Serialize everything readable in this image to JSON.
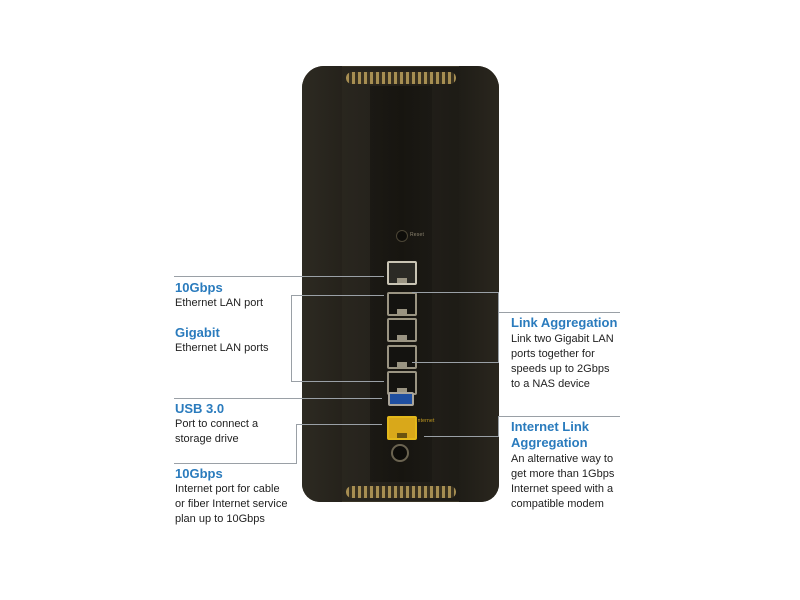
{
  "router": {
    "reset_label": "Reset",
    "wan_label": "Internet"
  },
  "callouts": {
    "lan10g": {
      "title": "10Gbps",
      "text": "Ethernet LAN port"
    },
    "gigabit": {
      "title": "Gigabit",
      "text": "Ethernet LAN ports"
    },
    "usb": {
      "title": "USB 3.0",
      "lines": [
        "Port to connect a",
        "storage drive"
      ]
    },
    "wan10g": {
      "title": "10Gbps",
      "lines": [
        "Internet port for cable",
        "or fiber Internet service",
        "plan up to 10Gbps"
      ]
    },
    "link_agg": {
      "title": "Link Aggregation",
      "lines": [
        "Link two Gigabit LAN",
        "ports together for",
        "speeds up to 2Gbps",
        "to a NAS device"
      ]
    },
    "internet_link_agg": {
      "title_lines": [
        "Internet Link",
        "Aggregation"
      ],
      "lines": [
        "An alternative way to",
        "get more than 1Gbps",
        "Internet speed with a",
        "compatible modem"
      ]
    }
  },
  "colors": {
    "heading": "#2a7bbd",
    "router_body": "#24211b",
    "vent_gold": "#b59a58",
    "wan_port": "#d9a81a",
    "usb_blue": "#1f4fa0"
  }
}
